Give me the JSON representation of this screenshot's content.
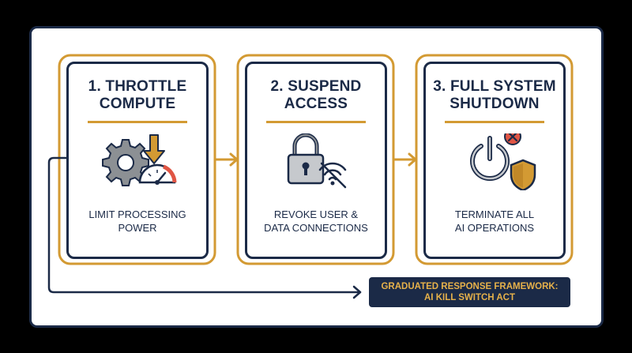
{
  "steps": [
    {
      "title": "1. THROTTLE\nCOMPUTE",
      "description": "LIMIT PROCESSING\nPOWER",
      "icon": "gear-throttle-gauge-icon"
    },
    {
      "title": "2. SUSPEND\nACCESS",
      "description": "REVOKE USER &\nDATA CONNECTIONS",
      "icon": "padlock-no-wifi-icon"
    },
    {
      "title": "3. FULL SYSTEM\nSHUTDOWN",
      "description": "TERMINATE ALL\nAI OPERATIONS",
      "icon": "power-shield-x-icon"
    }
  ],
  "banner": {
    "line1": "GRADUATED RESPONSE FRAMEWORK:",
    "line2": "AI KILL SWITCH ACT"
  },
  "colors": {
    "navy": "#1b2a47",
    "gold": "#d39a33",
    "red": "#e05544",
    "gray": "#8c9094"
  }
}
